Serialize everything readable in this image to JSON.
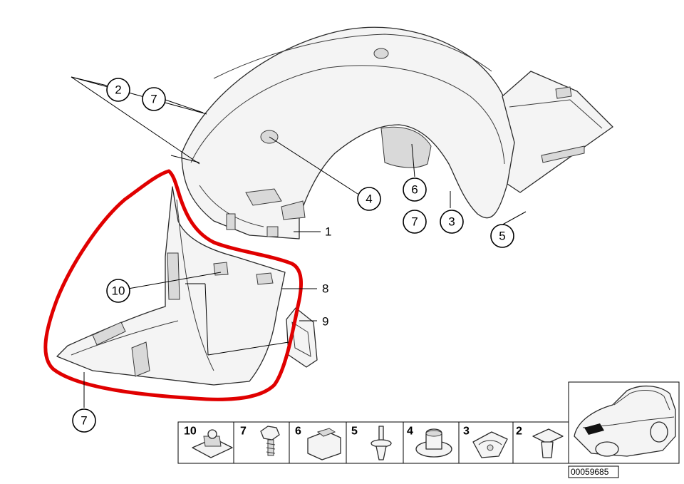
{
  "callouts": [
    {
      "id": "c2",
      "text": "2"
    },
    {
      "id": "c7a",
      "text": "7"
    },
    {
      "id": "c4",
      "text": "4"
    },
    {
      "id": "c6",
      "text": "6"
    },
    {
      "id": "c7b",
      "text": "7"
    },
    {
      "id": "c3",
      "text": "3"
    },
    {
      "id": "c5",
      "text": "5"
    },
    {
      "id": "c10",
      "text": "10"
    },
    {
      "id": "c7c",
      "text": "7"
    }
  ],
  "labels": [
    {
      "id": "l1",
      "text": "1"
    },
    {
      "id": "l8",
      "text": "8"
    },
    {
      "id": "l9",
      "text": "9"
    }
  ],
  "legend": [
    {
      "num": "10",
      "icon": "clip-nut-icon"
    },
    {
      "num": "7",
      "icon": "screw-icon"
    },
    {
      "num": "6",
      "icon": "clip-block-icon"
    },
    {
      "num": "5",
      "icon": "expanding-rivet-icon"
    },
    {
      "num": "4",
      "icon": "grommet-icon"
    },
    {
      "num": "3",
      "icon": "spring-clip-icon"
    },
    {
      "num": "2",
      "icon": "plastic-nut-icon"
    }
  ],
  "diagram_code": "00059685",
  "highlight": {
    "color": "#e00000",
    "subject": "front-wheel-arch-liner-section"
  },
  "colors": {
    "ink": "#000000",
    "part_fill": "#f4f4f4",
    "highlight": "#e00000"
  }
}
